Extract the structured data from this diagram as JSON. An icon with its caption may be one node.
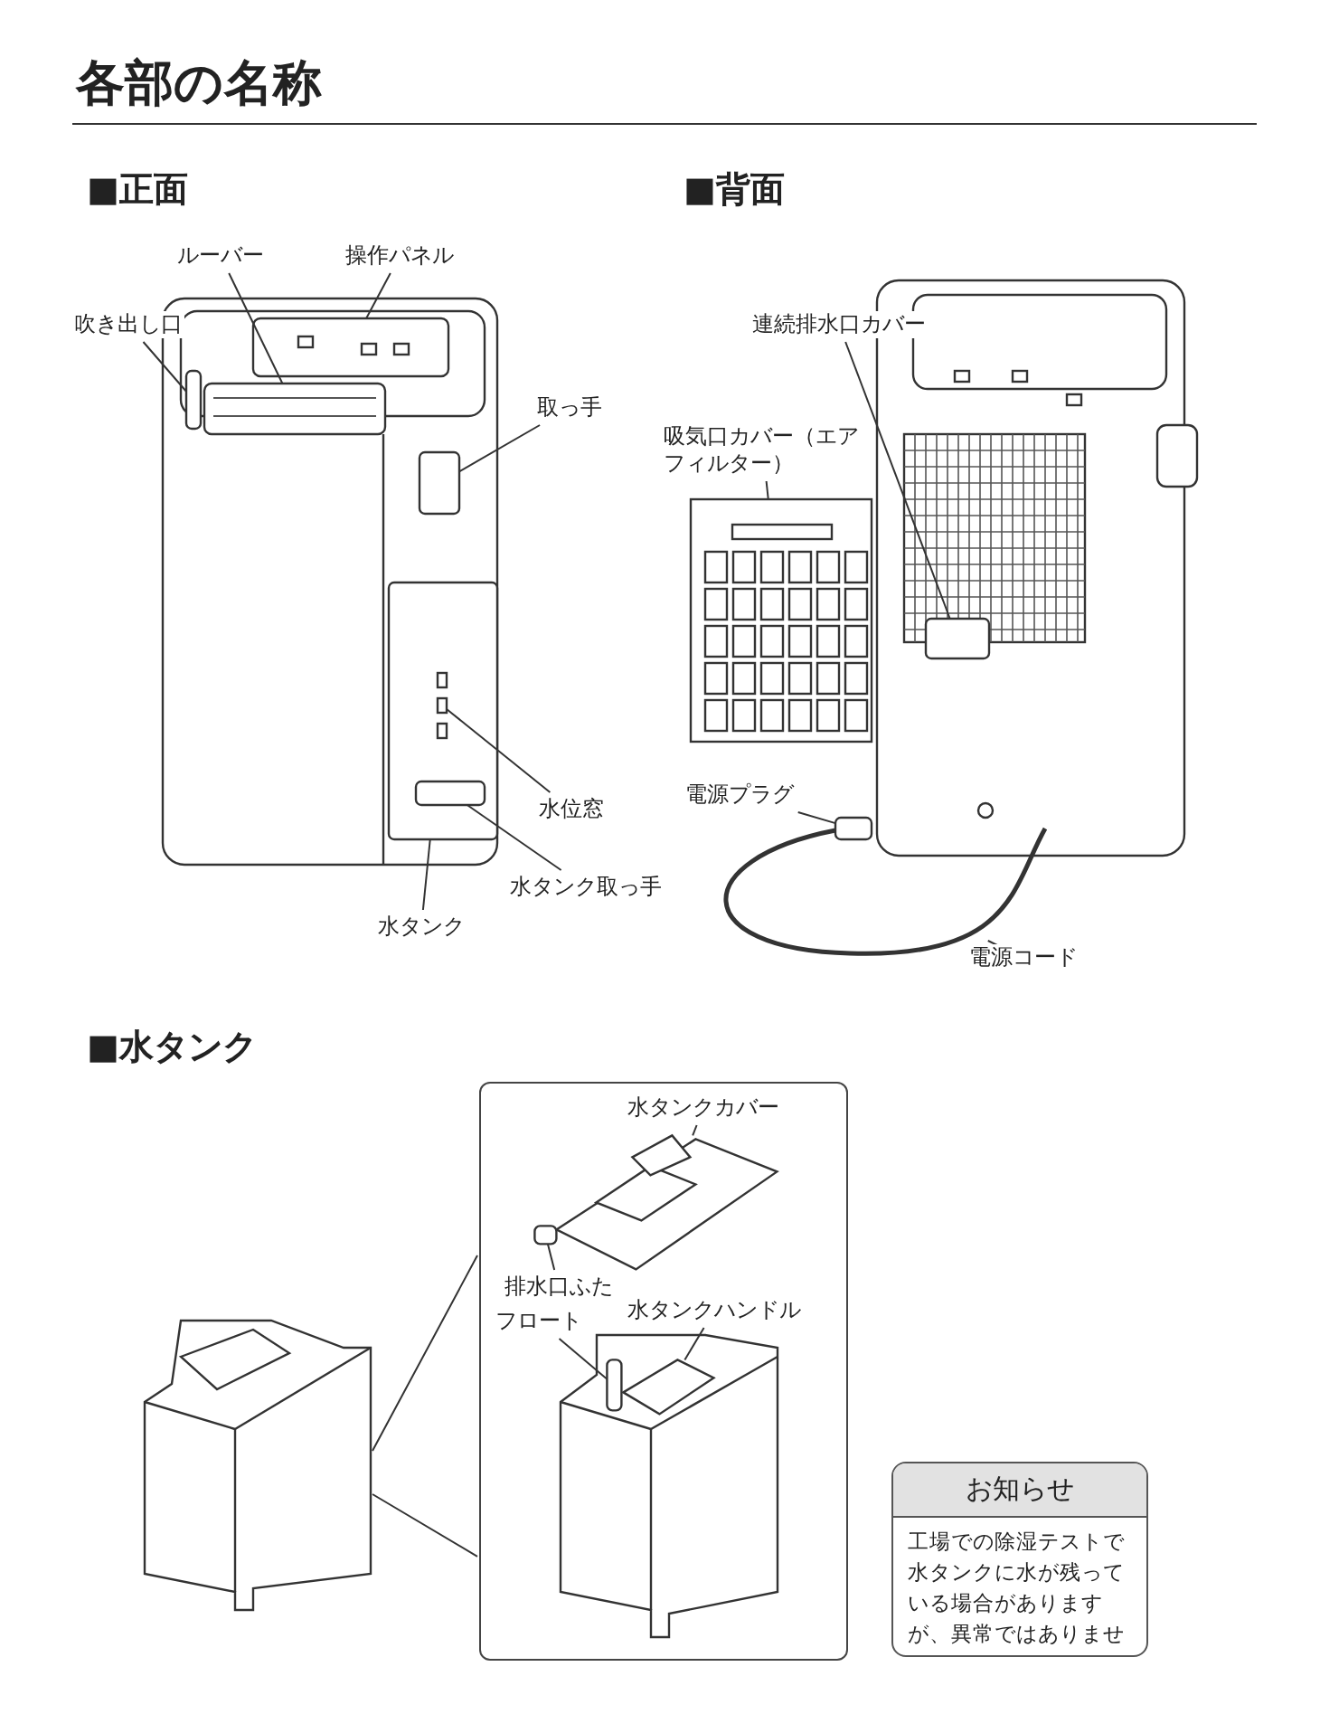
{
  "diagram": {
    "title": "各部の名称",
    "nodes": [
      {
        "text": [
          "ルーバー"
        ]
      },
      {
        "text": [
          "操作パネル"
        ]
      },
      {
        "text": [
          "吹き出し口"
        ]
      },
      {
        "text": [
          "取っ手"
        ]
      },
      {
        "text": [
          "水位窓"
        ]
      },
      {
        "text": [
          "水タンク取っ手"
        ]
      },
      {
        "text": [
          "水タンク"
        ]
      },
      {
        "text": [
          "連続排水口カバー"
        ]
      },
      {
        "text": [
          "吸気口カバー（エアフィルター）"
        ]
      },
      {
        "text": [
          "電源プラグ"
        ]
      },
      {
        "text": [
          "電源コード"
        ]
      },
      {
        "text": [],
        "shape": "box"
      },
      {
        "text": [
          "水タンクカバー"
        ],
        "in": 11
      },
      {
        "text": [
          "排水口ふた"
        ],
        "in": 11
      },
      {
        "text": [
          "水タンクハンドル"
        ],
        "in": 11
      },
      {
        "text": [
          "フロート"
        ],
        "in": 11
      },
      {
        "text": [
          "お知らせ",
          "工場での除湿テストで水タンクに水が残っている場合がありますが、異常ではありません。"
        ]
      },
      {
        "text": [],
        "shape": "picture"
      },
      {
        "text": [],
        "shape": "picture"
      },
      {
        "text": [],
        "shape": "picture"
      },
      {
        "text": [],
        "shape": "box"
      },
      {
        "text": [],
        "shape": "box"
      },
      {
        "text": [],
        "shape": "picture"
      },
      {
        "text": [],
        "shape": "picture",
        "in": 22
      },
      {
        "text": [],
        "shape": "box",
        "in": 22
      },
      {
        "text": [],
        "shape": "box"
      },
      {
        "text": [],
        "shape": "picture"
      },
      {
        "text": [],
        "shape": "box"
      },
      {
        "text": [],
        "shape": "picture"
      },
      {
        "text": [],
        "shape": "picture",
        "in": 11
      },
      {
        "text": [],
        "shape": "box",
        "in": 11
      },
      {
        "text": [],
        "shape": "picture",
        "in": 11
      },
      {
        "text": [],
        "shape": "box",
        "in": 11
      }
    ],
    "edges": [
      {
        "from": 0,
        "to": 18,
        "arrow": "none"
      },
      {
        "from": 1,
        "to": 19,
        "arrow": "none"
      },
      {
        "from": 2,
        "to": 20,
        "arrow": "none"
      },
      {
        "from": 3,
        "to": 21,
        "arrow": "none"
      },
      {
        "from": 4,
        "to": 23,
        "arrow": "none"
      },
      {
        "from": 5,
        "to": 24,
        "arrow": "none"
      },
      {
        "from": 6,
        "to": 22,
        "arrow": "none"
      },
      {
        "from": 7,
        "to": 25,
        "arrow": "none"
      },
      {
        "from": 8,
        "to": 26,
        "arrow": "none"
      },
      {
        "from": 9,
        "to": 27,
        "arrow": "none"
      },
      {
        "from": 10,
        "to": 28,
        "arrow": "none"
      },
      {
        "from": 12,
        "to": 29,
        "arrow": "none"
      },
      {
        "from": 13,
        "to": 30,
        "arrow": "none"
      },
      {
        "from": 14,
        "to": 31,
        "arrow": "none"
      },
      {
        "from": 15,
        "to": 32,
        "arrow": "none"
      },
      {
        "from": 17,
        "to": 11,
        "arrow": "none"
      }
    ],
    "labels": [
      "■正面",
      "■背面",
      "■水タンク"
    ]
  }
}
